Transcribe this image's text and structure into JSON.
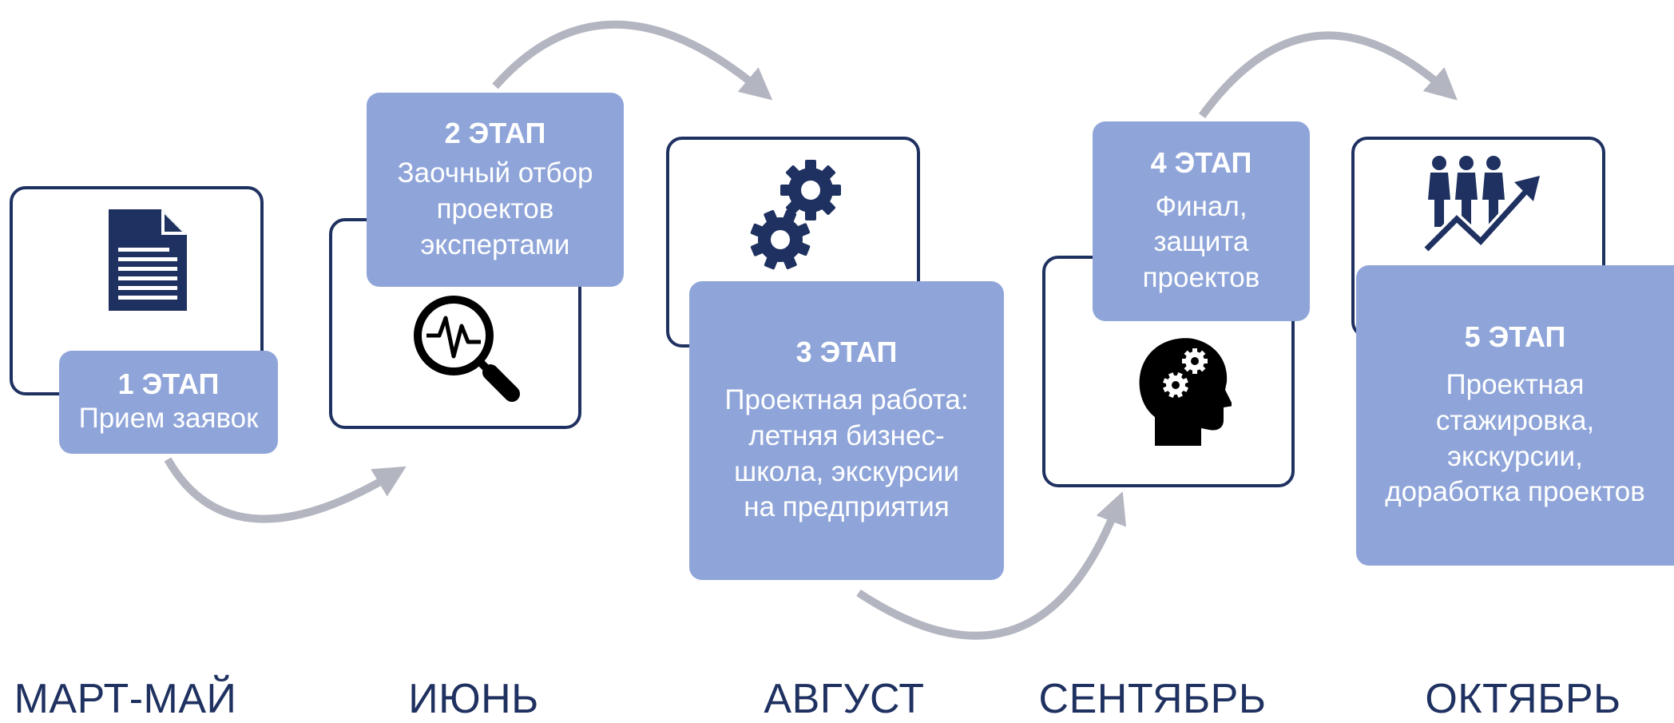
{
  "stages": [
    {
      "title": "1 ЭТАП",
      "desc": [
        "Прием заявок"
      ],
      "month": "МАРТ-МАЙ",
      "icon": "document-icon"
    },
    {
      "title": "2 ЭТАП",
      "desc": [
        "Заочный отбор",
        "проектов",
        "экспертами"
      ],
      "month": "ИЮНЬ",
      "icon": "magnifier-pulse-icon"
    },
    {
      "title": "3 ЭТАП",
      "desc": [
        "Проектная работа:",
        "летняя бизнес-",
        "школа, экскурсии",
        "на предприятия"
      ],
      "month": "АВГУСТ",
      "icon": "gears-icon"
    },
    {
      "title": "4 ЭТАП",
      "desc": [
        "Финал,",
        "защита",
        "проектов"
      ],
      "month": "СЕНТЯБРЬ",
      "icon": "head-gears-icon"
    },
    {
      "title": "5 ЭТАП",
      "desc": [
        "Проектная",
        "стажировка,",
        "экскурсии,",
        "доработка проектов"
      ],
      "month": "ОКТЯБРЬ",
      "icon": "people-growth-icon"
    }
  ],
  "colors": {
    "accent": "#8fa5d9",
    "outline": "#1f3160",
    "arrow": "#b3b5c0",
    "icon": "#1f3160"
  }
}
